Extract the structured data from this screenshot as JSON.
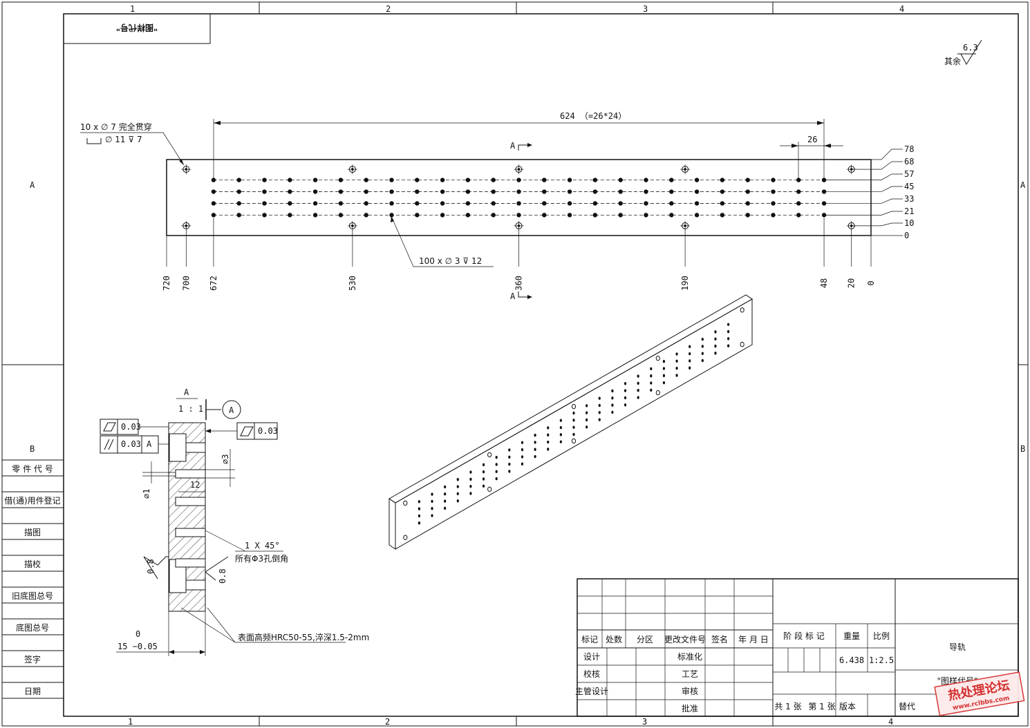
{
  "frame": {
    "zones_top": [
      "1",
      "2",
      "3",
      "4"
    ],
    "zones_bottom": [
      "1",
      "2",
      "3",
      "4"
    ],
    "zones_left": [
      "A",
      "B"
    ],
    "zones_right": [
      "A",
      "B"
    ],
    "mirrored_code_box": "\"图样代号\""
  },
  "surface_finish": {
    "rest_label": "其余",
    "roughness": "6.3"
  },
  "top_view": {
    "overall_dim": "624 （=26*24）",
    "pitch_dim": "26",
    "section_label_top": "A",
    "section_label_bottom": "A",
    "hole_callout_1_line1": "10 x ∅ 7 完全贯穿",
    "hole_callout_1_line2": "∅ 11 ⊽ 7",
    "hole_callout_2": "100 x ∅ 3 ⊽ 12",
    "x_dims": [
      "720",
      "700",
      "672",
      "530",
      "360",
      "190",
      "48",
      "20",
      "0"
    ],
    "y_dims": [
      "78",
      "68",
      "57",
      "45",
      "33",
      "21",
      "10",
      "0"
    ]
  },
  "section_view": {
    "label": "A",
    "scale": "1 : 1",
    "datum": "A",
    "flatness_1": "0.03",
    "parallelism": "0.03",
    "parallelism_datum": "A",
    "flatness_2": "0.03",
    "dia_3": "∅3",
    "dia_1": "∅1",
    "depth_12": "12",
    "chamfer": "1 X 45°",
    "chamfer_note": "所有Φ3孔倒角",
    "rough_left": "0.8",
    "rough_right": "0.8",
    "hardening_note": "表面高频HRC50-55,淬深1.5-2mm",
    "thickness_upper": "0",
    "thickness_main": "15 −0.05"
  },
  "side_table": [
    "零 件 代 号",
    "借(通)用件登记",
    "描图",
    "描校",
    "旧底图总号",
    "底图总号",
    "签字",
    "日期"
  ],
  "title_block": {
    "rev_headers": [
      "标记",
      "处数",
      "分区",
      "更改文件号",
      "签名",
      "年 月 日"
    ],
    "roles_left": [
      "设计",
      "校核",
      "主管设计"
    ],
    "roles_right": [
      "标准化",
      "工艺",
      "审核",
      "批准"
    ],
    "stage_label": "阶 段 标 记",
    "weight_label": "重量",
    "scale_label": "比例",
    "weight_value": "6.438",
    "scale_value": "1:2.5",
    "part_name": "导轨",
    "drawing_code": "\"图样代号\"",
    "sheets_total": "共 1 张",
    "sheet_no": "第 1 张",
    "version": "版本",
    "replace": "替代"
  },
  "watermark": {
    "title": "热处理论坛",
    "url": "www.rclbbs.com"
  }
}
